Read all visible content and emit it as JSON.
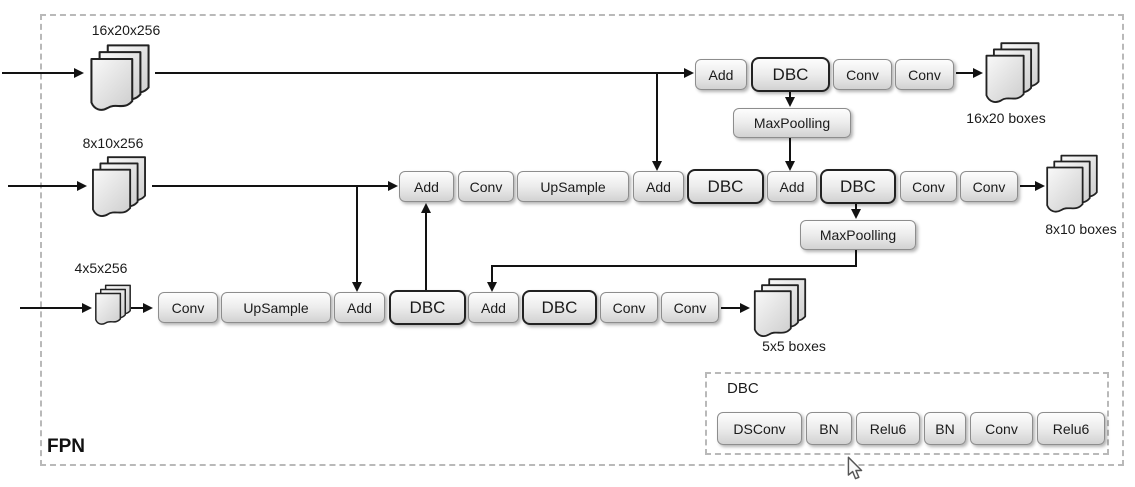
{
  "frame_label": "FPN",
  "nodes": {
    "r1_add1": "Add",
    "r1_dbc": "DBC",
    "r1_conv1": "Conv",
    "r1_conv2": "Conv",
    "r1_pool": "MaxPoolling",
    "r2_add1": "Add",
    "r2_conv1": "Conv",
    "r2_upsample": "UpSample",
    "r2_add2": "Add",
    "r2_dbc1": "DBC",
    "r2_add3": "Add",
    "r2_dbc2": "DBC",
    "r2_conv2": "Conv",
    "r2_conv3": "Conv",
    "r2_pool": "MaxPoolling",
    "r3_conv1": "Conv",
    "r3_upsample": "UpSample",
    "r3_add1": "Add",
    "r3_dbc1": "DBC",
    "r3_add2": "Add",
    "r3_dbc2": "DBC",
    "r3_conv2": "Conv",
    "r3_conv3": "Conv"
  },
  "inputs": {
    "in1": "16x20x256",
    "in2": "8x10x256",
    "in3": "4x5x256"
  },
  "outputs": {
    "out1": "16x20 boxes",
    "out2": "8x10 boxes",
    "out3": "5x5 boxes"
  },
  "legend": {
    "title": "DBC",
    "i1": "DSConv",
    "i2": "BN",
    "i3": "Relu6",
    "i4": "BN",
    "i5": "Conv",
    "i6": "Relu6"
  },
  "colors": {
    "line": "#121212",
    "box_border": "#8d8d8d",
    "dbc_border": "#222222",
    "frame_dash": "#b9b9b9"
  }
}
